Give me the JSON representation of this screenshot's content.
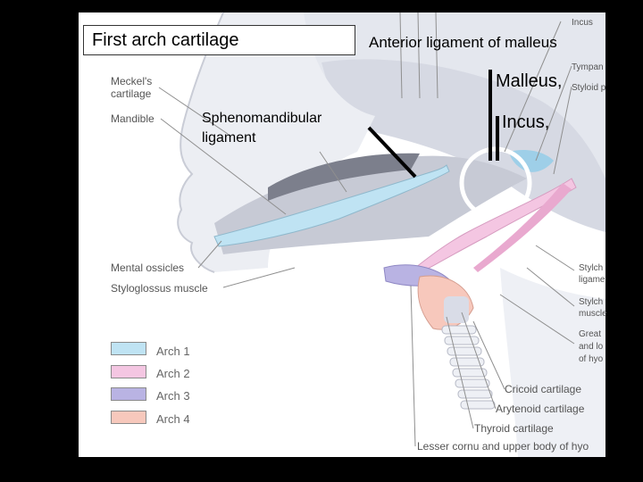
{
  "overlay": {
    "title_box": "First arch cartilage",
    "anterior_ligament": "Anterior ligament of malleus",
    "malleus": "Malleus,",
    "incus": "Incus,",
    "spheno_line1": "Sphenomandibular",
    "spheno_line2": "ligament"
  },
  "labels": {
    "meckels_1": "Meckel's",
    "meckels_2": "cartilage",
    "mandible": "Mandible",
    "mental_ossicles": "Mental ossicles",
    "styloglossus": "Styloglossus muscle",
    "incus_top": "Incus",
    "tympan": "Tympan",
    "styloid": "Styloid p",
    "stylo_lig_1": "Stylch",
    "stylo_lig_2": "ligame",
    "stylo_mus_1": "Stylch",
    "stylo_mus_2": "muscle",
    "greater_1": "Great",
    "greater_2": "and lo",
    "greater_3": "of hyo",
    "cricoid": "Cricoid cartilage",
    "arytenoid": "Arytenoid cartilage",
    "thyroid": "Thyroid cartilage",
    "lesser": "Lesser cornu and upper body of hyo"
  },
  "legend": [
    {
      "label": "Arch 1",
      "color": "#bfe3f3"
    },
    {
      "label": "Arch 2",
      "color": "#f4c6e2"
    },
    {
      "label": "Arch 3",
      "color": "#b9b3e3"
    },
    {
      "label": "Arch 4",
      "color": "#f7c8bc"
    }
  ],
  "colors": {
    "background": "#000000",
    "panel": "#ffffff",
    "arch1": "#bfe3f3",
    "arch2": "#f4c6e2",
    "arch3": "#b9b3e3",
    "arch4": "#f7c8bc"
  }
}
